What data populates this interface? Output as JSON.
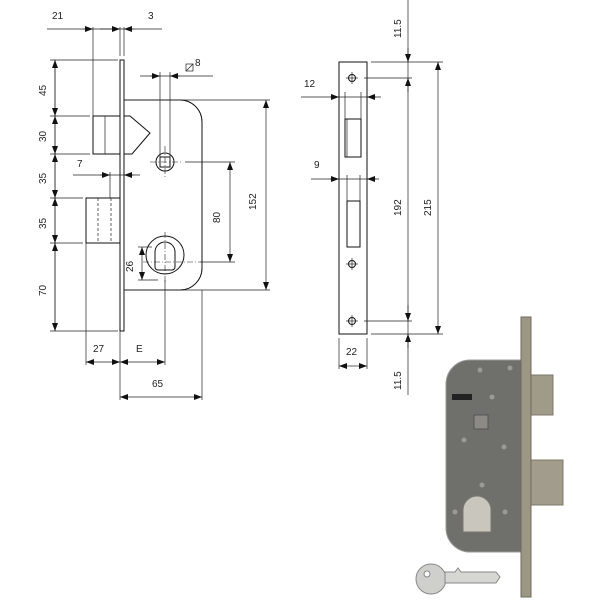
{
  "lock_drawing": {
    "dimensions": {
      "backset_width": "21",
      "faceplate_thickness": "3",
      "spindle_square": "8",
      "top_to_latch": "45",
      "latch_height": "30",
      "latch_to_deadbolt": "35",
      "deadbolt_height": "35",
      "deadbolt_to_bottom": "70",
      "deadbolt_offset": "7",
      "spindle_to_cylinder": "80",
      "body_height": "152",
      "cylinder_height": "26",
      "deadbolt_throw": "27",
      "backset": "E",
      "body_depth": "65"
    }
  },
  "strike_plate": {
    "dimensions": {
      "top_margin": "11.5",
      "latch_opening_offset": "12",
      "deadbolt_opening_offset": "9",
      "hole_spacing": "192",
      "plate_height": "215",
      "plate_width": "22",
      "bottom_margin": "11.5"
    }
  },
  "colors": {
    "line": "#111111",
    "photo_body": "#6f6f6c",
    "photo_metal": "#a09a88"
  }
}
